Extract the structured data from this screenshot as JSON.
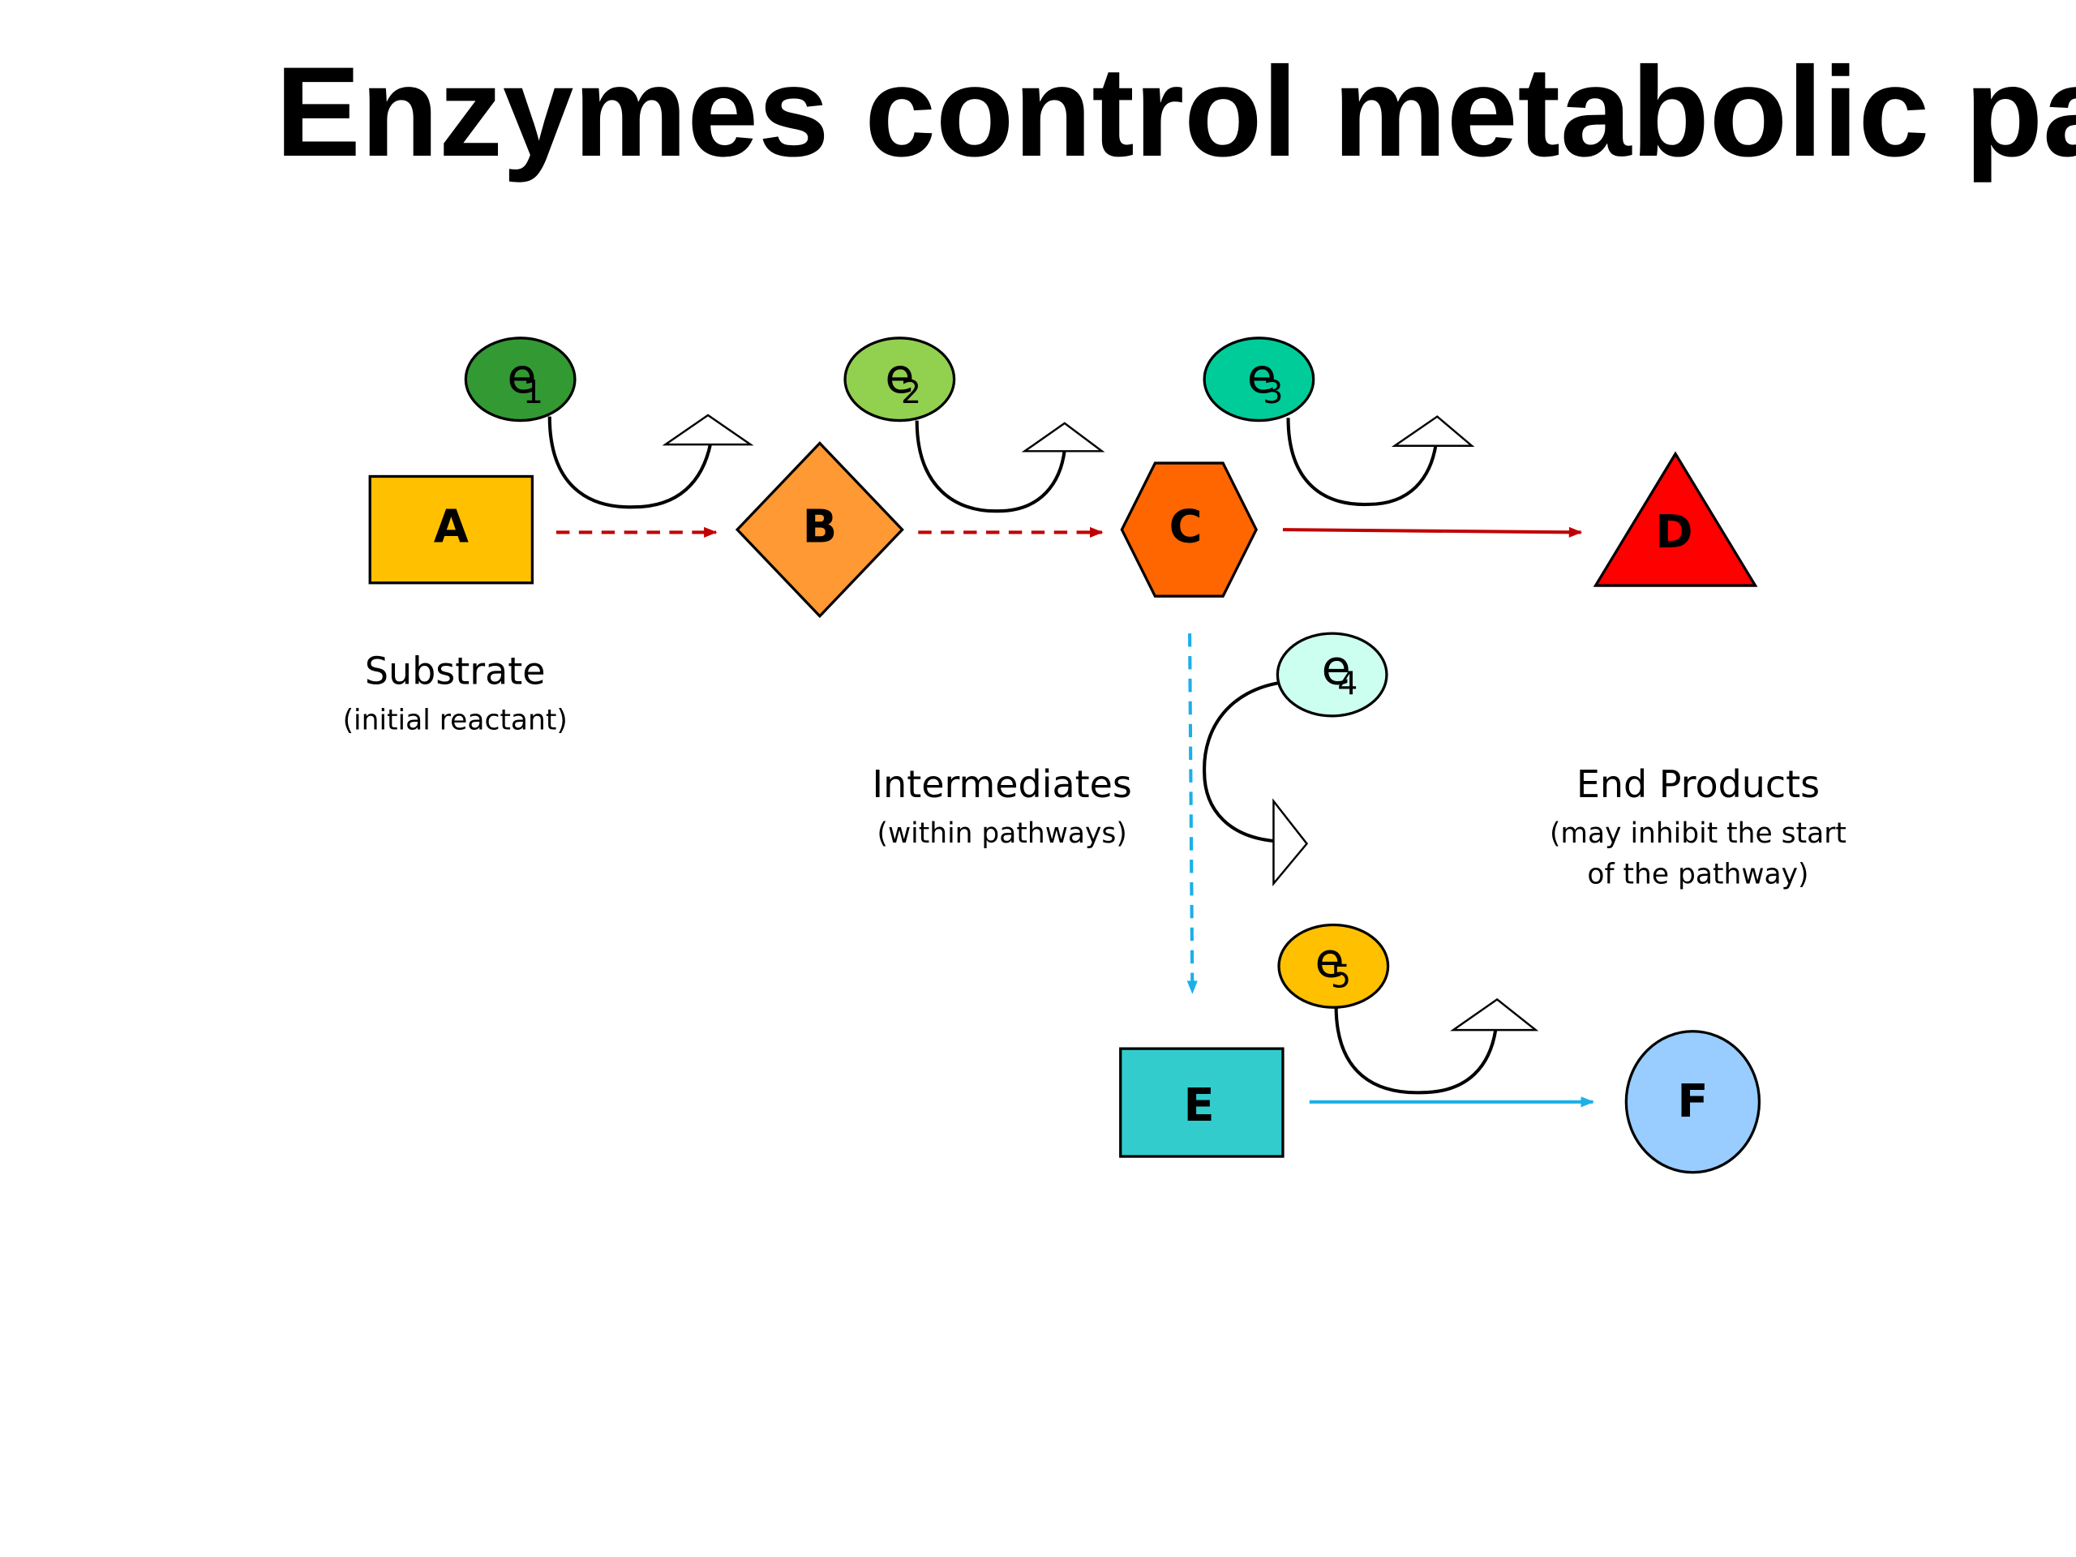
{
  "title": "Enzymes control metabolic pathways:",
  "nodes": {
    "a": {
      "label": "A",
      "shape": "rectangle",
      "color": "#ffc000"
    },
    "b": {
      "label": "B",
      "shape": "diamond",
      "color": "#ff9933"
    },
    "c": {
      "label": "C",
      "shape": "hexagon",
      "color": "#ff6600"
    },
    "d": {
      "label": "D",
      "shape": "triangle",
      "color": "#ff0000"
    },
    "e": {
      "label": "E",
      "shape": "rectangle",
      "color": "#33cccc"
    },
    "f": {
      "label": "F",
      "shape": "circle",
      "color": "#99ccff"
    }
  },
  "enzymes": {
    "e1": {
      "letter": "e",
      "sub": "1",
      "color": "#339933"
    },
    "e2": {
      "letter": "e",
      "sub": "2",
      "color": "#92d050"
    },
    "e3": {
      "letter": "e",
      "sub": "3",
      "color": "#00cc99"
    },
    "e4": {
      "letter": "e",
      "sub": "4",
      "color": "#ccfff0"
    },
    "e5": {
      "letter": "e",
      "sub": "5",
      "color": "#ffc000"
    }
  },
  "arrow_colors": {
    "main_pathway": "#c00000",
    "branch_pathway": "#1ab0e8"
  },
  "captions": {
    "substrate": {
      "title": "Substrate",
      "note": "(initial reactant)"
    },
    "intermediates": {
      "title": "Intermediates",
      "note": "(within pathways)"
    },
    "end_products": {
      "title": "End Products",
      "note_line1": "(may inhibit the start",
      "note_line2": "of the pathway)"
    }
  }
}
